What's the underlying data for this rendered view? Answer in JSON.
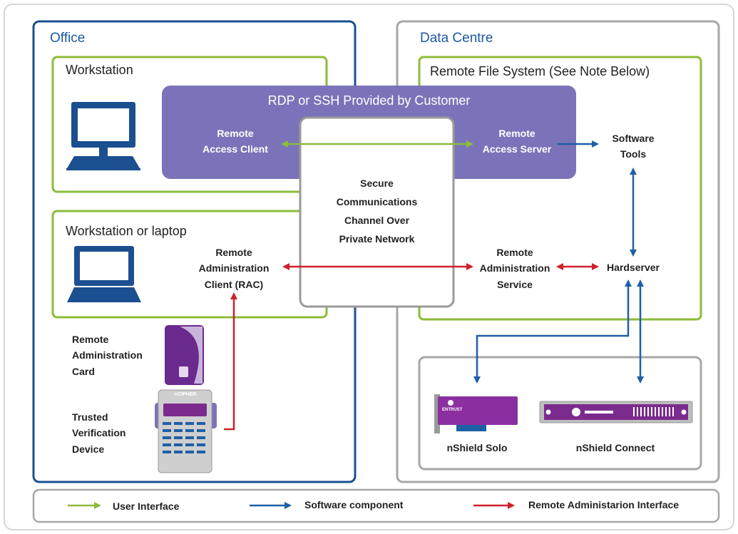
{
  "office": {
    "title": "Office"
  },
  "data_centre": {
    "title": "Data Centre"
  },
  "workstation": {
    "title": "Workstation"
  },
  "workstation_laptop": {
    "title": "Workstation or laptop"
  },
  "remote_fs": {
    "title": "Remote File System (See Note Below)"
  },
  "rdp": {
    "title": "RDP or SSH Provided by Customer",
    "client_line1": "Remote",
    "client_line2": "Access Client",
    "server_line1": "Remote",
    "server_line2": "Access Server"
  },
  "secure_channel": {
    "line1": "Secure",
    "line2": "Communications",
    "line3": "Channel Over",
    "line4": "Private Network"
  },
  "software_tools": {
    "line1": "Software",
    "line2": "Tools"
  },
  "hardserver": {
    "label": "Hardserver"
  },
  "rac": {
    "line1": "Remote",
    "line2": "Administration",
    "line3": "Client (RAC)"
  },
  "ras": {
    "line1": "Remote",
    "line2": "Administration",
    "line3": "Service"
  },
  "card": {
    "line1": "Remote",
    "line2": "Administration",
    "line3": "Card"
  },
  "tvd": {
    "line1": "Trusted",
    "line2": "Verification",
    "line3": "Device",
    "brand": "nCIPHER"
  },
  "devices": {
    "solo": "nShield Solo",
    "connect": "nShield Connect",
    "solo_brand": "ENTRUST"
  },
  "legend": {
    "user_interface": "User Interface",
    "software_component": "Software component",
    "remote_admin": "Remote Administarion Interface"
  },
  "colors": {
    "office_border": "#1b4f8f",
    "gray_border": "#a7a7a7",
    "green": "#8dbb3b",
    "purple": "#7b73b9",
    "blue_arrow": "#1f5fa6",
    "red_arrow": "#d0202b",
    "card_purple": "#6b2a8e"
  }
}
